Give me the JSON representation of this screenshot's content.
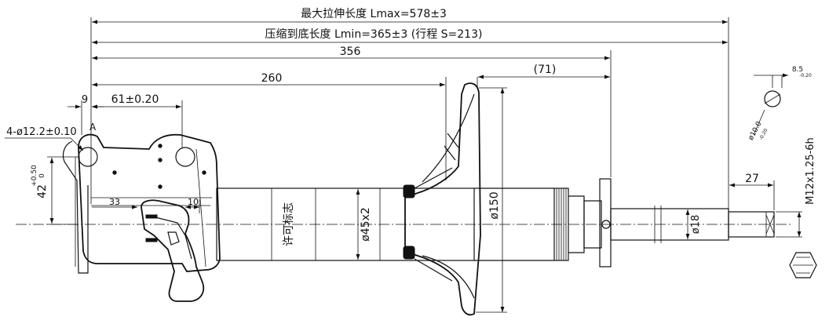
{
  "dimensions": {
    "lmax": "最大拉伸长度 Lmax=578±3",
    "lmin": "压缩到底长度 Lmin=365±3 (行程 S=213)",
    "d356": "356",
    "d260": "260",
    "d71": "(71)",
    "d9": "9",
    "d61": "61±0.20",
    "label_a": "A",
    "holes": "4-ø12.2±0.10",
    "d42": "42",
    "d42_tol_upper": "+0.50",
    "d42_tol_lower": "0",
    "d33": "33",
    "d10": "10",
    "dia45": "ø45x2",
    "dia150": "ø150",
    "dia18": "ø18",
    "d27": "27",
    "thread": "M12x1.25-6h",
    "d8_5": "8.5",
    "d8_5_tol": "-0.20",
    "dia10": "ø10.0",
    "dia10_tol": "-0.20",
    "label_text": "许可标志"
  }
}
